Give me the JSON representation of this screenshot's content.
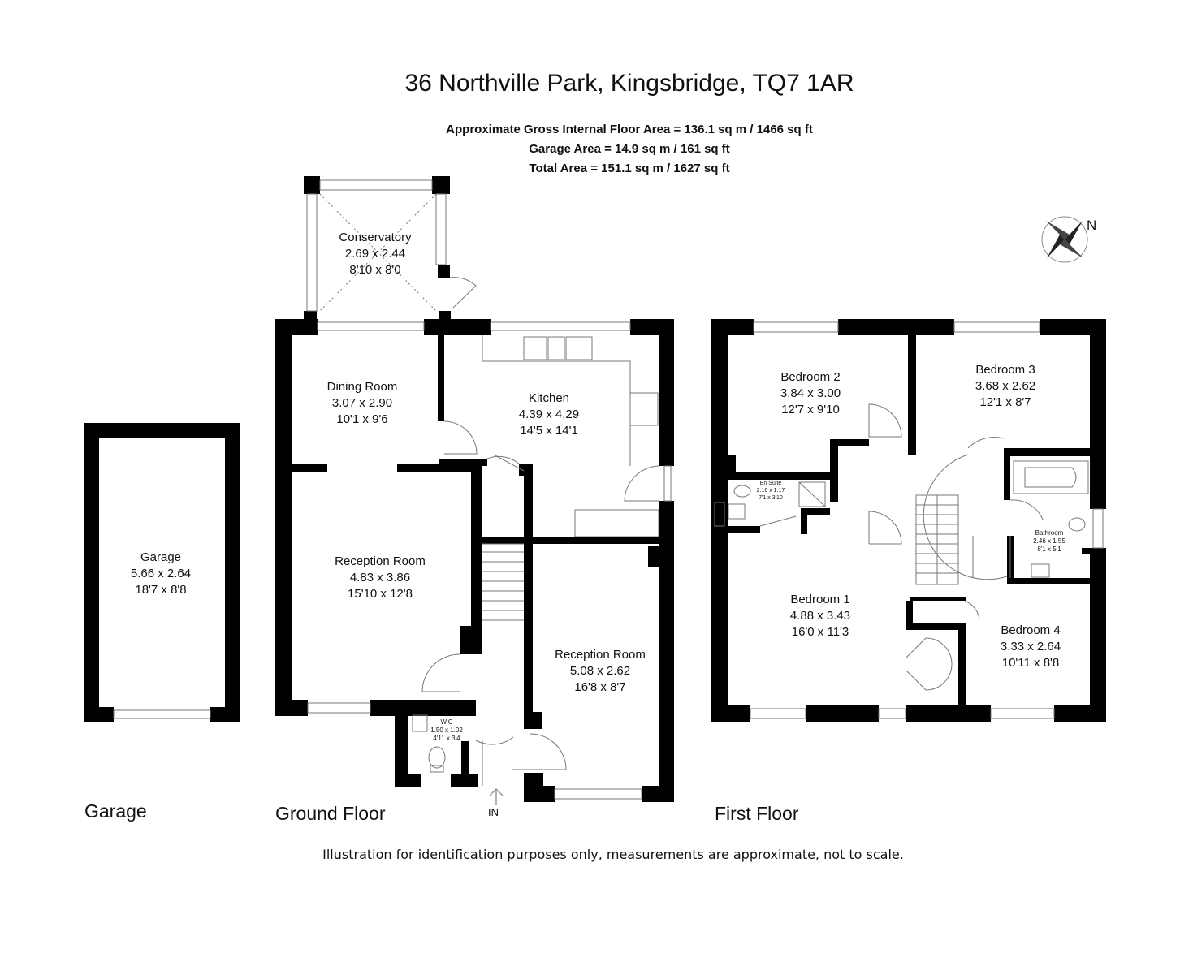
{
  "header": {
    "address": "36 Northville Park, Kingsbridge, TQ7 1AR",
    "areas": [
      "Approximate Gross Internal Floor Area  = 136.1 sq m / 1466 sq ft",
      "Garage Area = 14.9 sq m / 161 sq ft",
      "Total Area = 151.1 sq m / 1627 sq ft"
    ]
  },
  "compass": {
    "label": "N"
  },
  "entrance": {
    "label": "IN"
  },
  "floors": {
    "garage": "Garage",
    "ground": "Ground Floor",
    "first": "First Floor"
  },
  "rooms": {
    "garage": {
      "name": "Garage",
      "metric": "5.66 x 2.64",
      "imperial": "18'7 x 8'8"
    },
    "conservatory": {
      "name": "Conservatory",
      "metric": "2.69 x 2.44",
      "imperial": "8'10 x 8'0"
    },
    "dining": {
      "name": "Dining Room",
      "metric": "3.07 x 2.90",
      "imperial": "10'1 x 9'6"
    },
    "kitchen": {
      "name": "Kitchen",
      "metric": "4.39 x 4.29",
      "imperial": "14'5 x 14'1"
    },
    "reception1": {
      "name": "Reception Room",
      "metric": "4.83 x 3.86",
      "imperial": "15'10 x 12'8"
    },
    "reception2": {
      "name": "Reception Room",
      "metric": "5.08 x 2.62",
      "imperial": "16'8 x 8'7"
    },
    "wc": {
      "name": "W.C",
      "metric": "1.50 x 1.02",
      "imperial": "4'11 x 3'4"
    },
    "bedroom2": {
      "name": "Bedroom 2",
      "metric": "3.84 x 3.00",
      "imperial": "12'7 x 9'10"
    },
    "bedroom3": {
      "name": "Bedroom 3",
      "metric": "3.68 x 2.62",
      "imperial": "12'1 x 8'7"
    },
    "ensuite": {
      "name": "En Suite",
      "metric": "2.16 x 1.17",
      "imperial": "7'1 x 3'10"
    },
    "bathroom": {
      "name": "Bathroom",
      "metric": "2.46 x 1.55",
      "imperial": "8'1 x 5'1"
    },
    "bedroom1": {
      "name": "Bedroom 1",
      "metric": "4.88 x 3.43",
      "imperial": "16'0 x 11'3"
    },
    "bedroom4": {
      "name": "Bedroom 4",
      "metric": "3.33 x 2.64",
      "imperial": "10'11 x 8'8"
    }
  },
  "footer": {
    "disclaimer": "Illustration for identification purposes only, measurements are approximate, not to scale."
  }
}
